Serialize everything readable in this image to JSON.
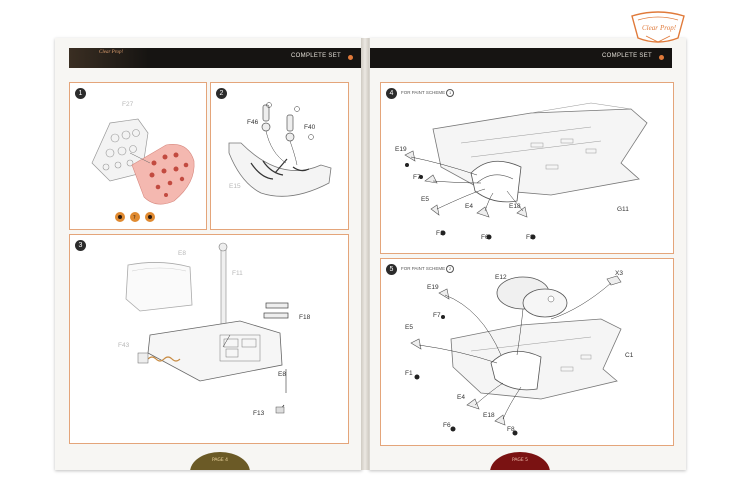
{
  "left_page": {
    "header_title": "COMPLETE SET",
    "header_logo": "Clear Prop!",
    "footer": "PAGE 4",
    "steps": [
      {
        "number": "1",
        "labels": [
          "F27"
        ]
      },
      {
        "number": "2",
        "labels": [
          "F46",
          "F40",
          "E15"
        ]
      },
      {
        "number": "3",
        "labels": [
          "E8",
          "F11",
          "F18",
          "F43",
          "E8",
          "F13"
        ]
      }
    ]
  },
  "right_page": {
    "header_title": "COMPLETE SET",
    "footer": "PAGE 5",
    "steps": [
      {
        "number": "4",
        "paint_scheme": "FOR PAINT SCHEME",
        "scheme_no": "1",
        "labels": [
          "E19",
          "F7",
          "E5",
          "E4",
          "E18",
          "F1",
          "F6",
          "F8",
          "G11"
        ]
      },
      {
        "number": "5",
        "paint_scheme": "FOR PAINT SCHEME",
        "scheme_no": "2",
        "labels": [
          "E12",
          "X3",
          "E19",
          "F7",
          "E5",
          "F1",
          "E4",
          "E18",
          "F6",
          "F8",
          "C1"
        ]
      }
    ]
  },
  "logo": {
    "line1": "Clear",
    "line2": "Prop!"
  },
  "colors": {
    "accent": "#e07a3a",
    "panel_border": "#e4a57a",
    "header": "#161412"
  }
}
